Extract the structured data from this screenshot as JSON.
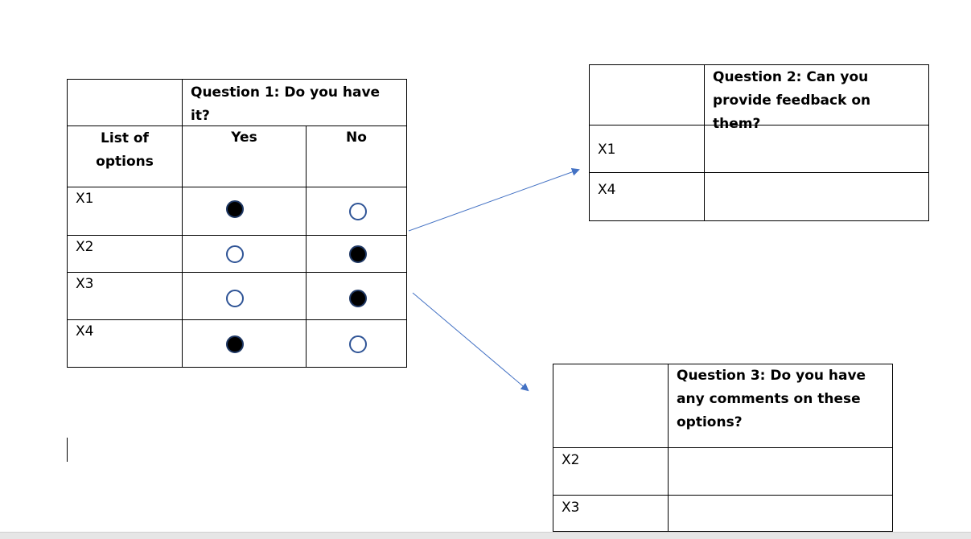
{
  "table1": {
    "question": "Question 1: Do you have it?",
    "list_header": "List of options",
    "yes_label": "Yes",
    "no_label": "No",
    "rows": [
      {
        "label": "X1",
        "yes": true,
        "no": false
      },
      {
        "label": "X2",
        "yes": false,
        "no": true
      },
      {
        "label": "X3",
        "yes": false,
        "no": true
      },
      {
        "label": "X4",
        "yes": true,
        "no": false
      }
    ]
  },
  "table2": {
    "question": "Question 2: Can you provide feedback on them?",
    "rows": [
      "X1",
      "X4"
    ]
  },
  "table3": {
    "question": "Question 3: Do you have any comments on these options?",
    "rows": [
      "X2",
      "X3"
    ]
  },
  "colors": {
    "arrow": "#4472c4",
    "radio_border": "#2f5496"
  }
}
